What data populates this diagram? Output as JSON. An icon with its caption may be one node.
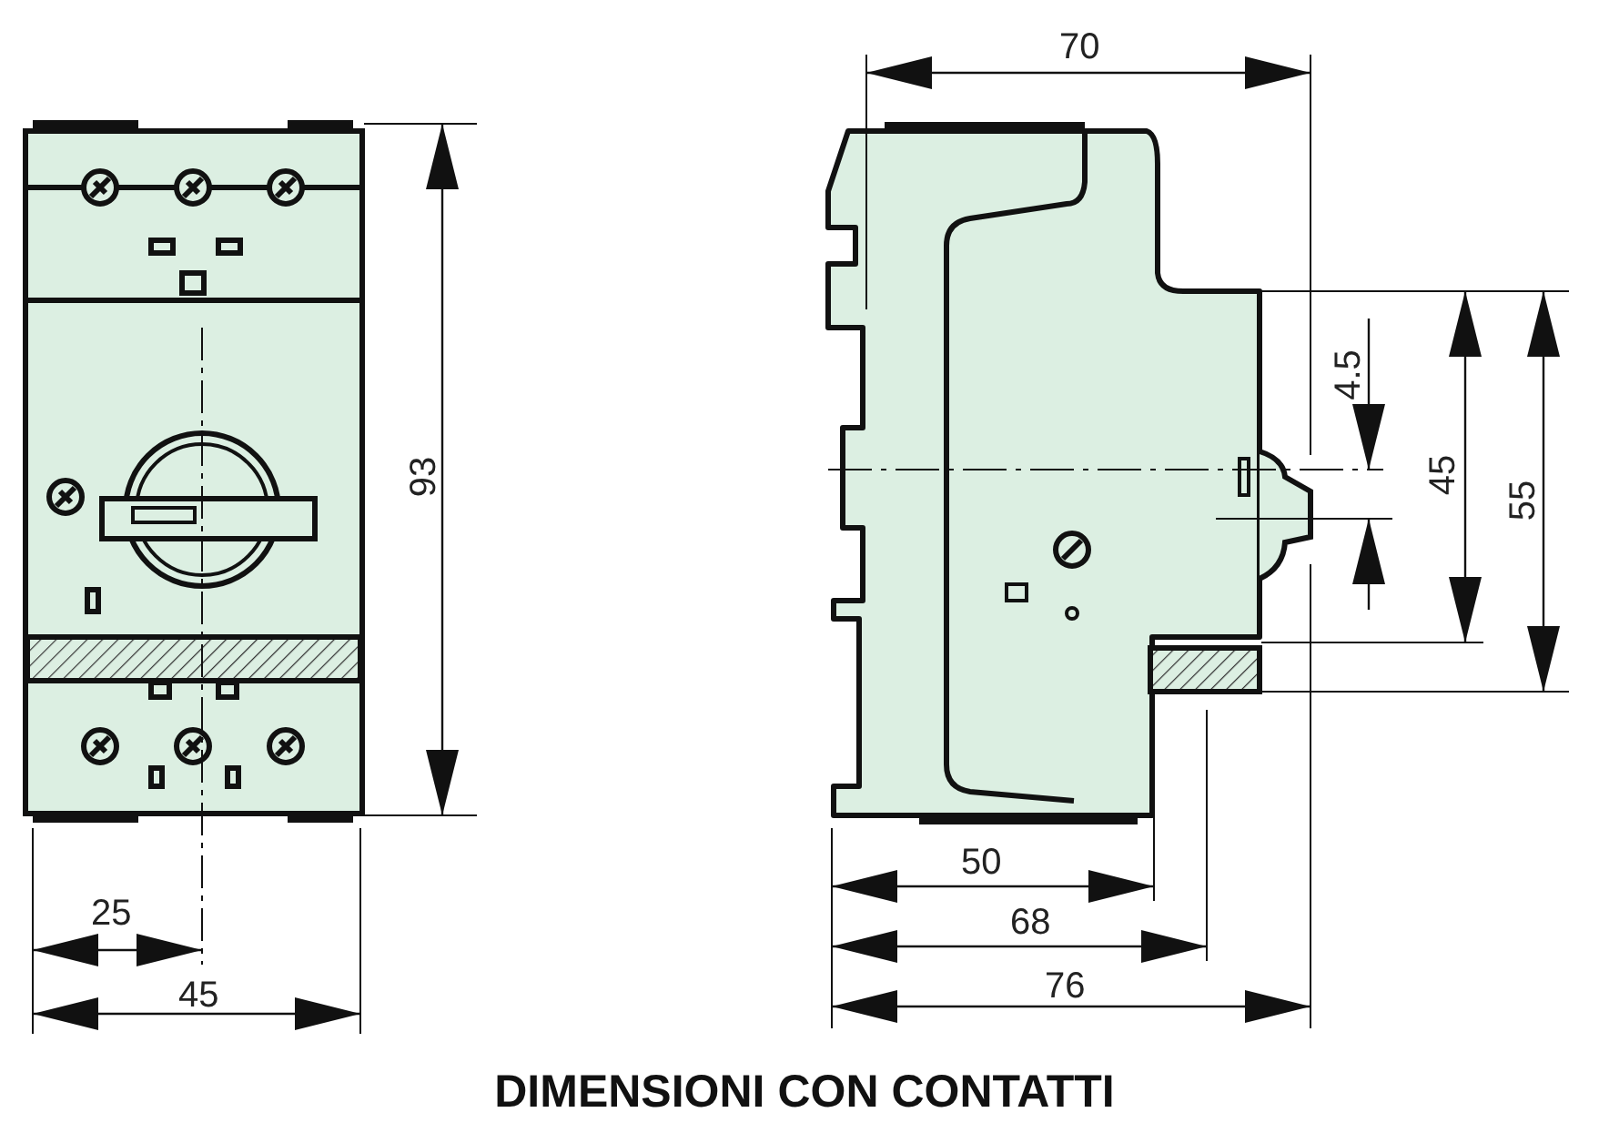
{
  "diagram": {
    "caption": "DIMENSIONI CON CONTATTI",
    "labels": [
      "70",
      "93",
      "4.5",
      "45",
      "55",
      "50",
      "25",
      "68",
      "76",
      "45"
    ]
  }
}
